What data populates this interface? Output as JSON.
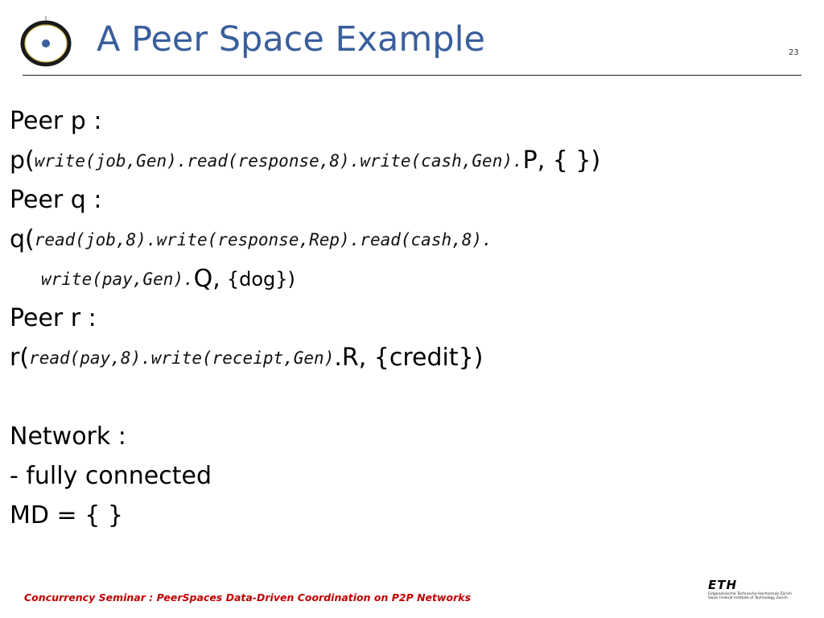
{
  "slide": {
    "title": "A Peer Space Example",
    "page_number": "23"
  },
  "content": {
    "peer_p_label": "Peer p :",
    "p_open": "p(",
    "p_code": "write(job,Gen).read(response,8).write(cash,Gen)",
    "p_tail_dot": ".",
    "p_tail": "P, { })",
    "peer_q_label": "Peer q :",
    "q_open": "q(",
    "q_code_1": "read(job,8).write(response,Rep).read(cash,8).",
    "q_code_2": "write(pay,Gen)",
    "q_tail_dot": ".",
    "q_tail_letter": "Q,",
    "q_tail_set": "{dog})",
    "peer_r_label": "Peer r :",
    "r_open": "r(",
    "r_code": "read(pay,8).write(receipt,Gen)",
    "r_tail": ".R, {credit})",
    "network_label": "Network :",
    "network_item": "-  fully connected",
    "md_line": "MD = { }"
  },
  "footer": {
    "text": "Concurrency Seminar : PeerSpaces Data-Driven Coordination on P2P Networks",
    "logo_mark": "ETH",
    "logo_line1": "Eidgenössische Technische Hochschule Zürich",
    "logo_line2": "Swiss Federal Institute of Technology Zurich"
  }
}
